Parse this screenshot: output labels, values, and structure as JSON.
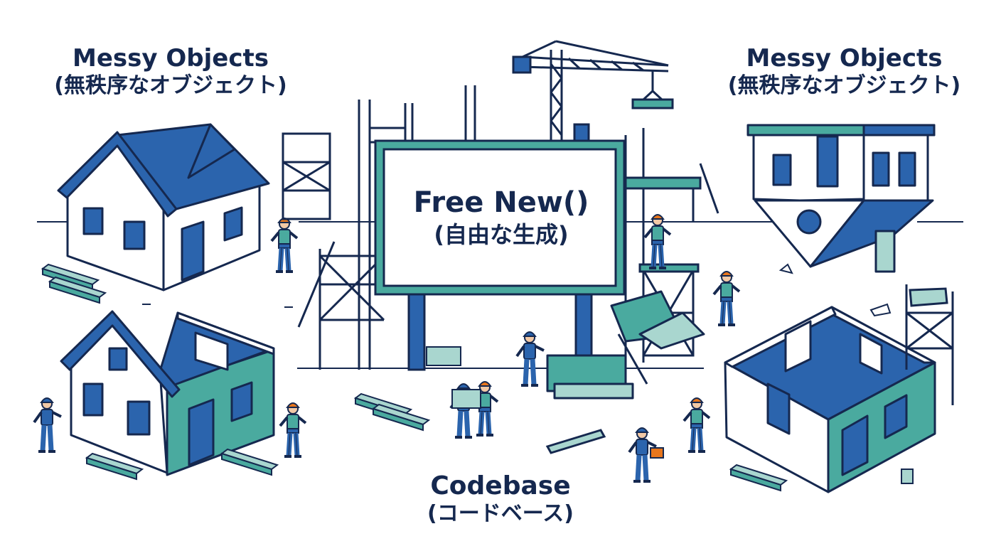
{
  "labels": {
    "top_left": {
      "en": "Messy Objects",
      "jp": "(無秩序なオブジェクト)"
    },
    "top_right": {
      "en": "Messy Objects",
      "jp": "(無秩序なオブジェクト)"
    },
    "center_sign": {
      "en": "Free New()",
      "jp": "(自由な生成)"
    },
    "bottom": {
      "en": "Codebase",
      "jp": "(コードベース)"
    }
  },
  "colors": {
    "outline": "#15284f",
    "blue": "#2b64ad",
    "teal": "#4aaa9f",
    "light_teal": "#a9d6cf",
    "orange": "#e8761c",
    "white": "#ffffff",
    "steel": "#8aa0bd"
  },
  "icons": [
    "house-icon",
    "crane-icon",
    "scaffold-icon",
    "worker-icon",
    "sign-board-icon"
  ]
}
